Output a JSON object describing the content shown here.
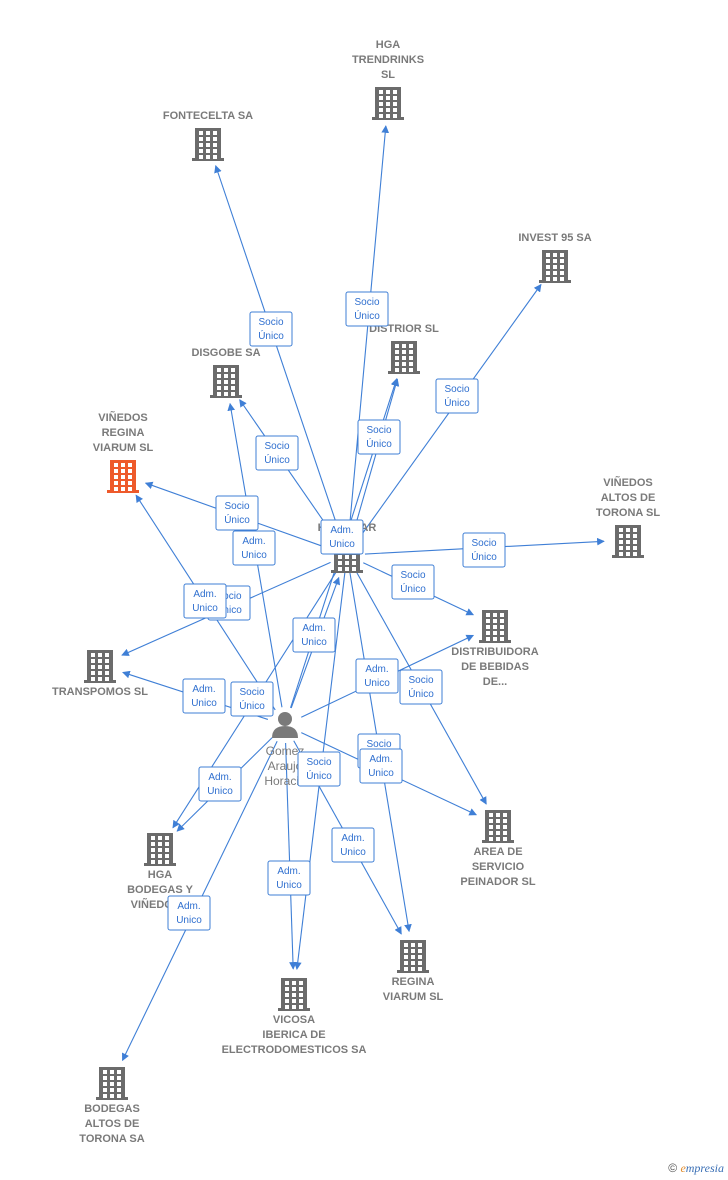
{
  "colors": {
    "edge": "#3f7fd6",
    "building": "#6b6b6b",
    "highlight": "#ee5a2b",
    "person": "#7a7a7a",
    "label": "#7a7a7a"
  },
  "diagram": {
    "nodes": [
      {
        "id": "hga_trendrinks",
        "kind": "company",
        "label": [
          "HGA",
          "TRENDRINKS",
          "SL"
        ]
      },
      {
        "id": "fontecelta",
        "kind": "company",
        "label": [
          "FONTECELTA SA"
        ]
      },
      {
        "id": "invest95",
        "kind": "company",
        "label": [
          "INVEST 95 SA"
        ]
      },
      {
        "id": "distrior",
        "kind": "company",
        "label": [
          "DISTRIOR  SL"
        ]
      },
      {
        "id": "disgobe",
        "kind": "company",
        "label": [
          "DISGOBE SA"
        ]
      },
      {
        "id": "vinedos_regina",
        "kind": "company",
        "highlight": true,
        "label": [
          "VIÑEDOS",
          "REGINA",
          "VIARUM  SL"
        ]
      },
      {
        "id": "vinedos_altos",
        "kind": "company",
        "label": [
          "VIÑEDOS",
          "ALTOS DE",
          "TORONA  SL"
        ]
      },
      {
        "id": "hogomar",
        "kind": "company",
        "label": [
          "HOGOMAR"
        ]
      },
      {
        "id": "distribuidora",
        "kind": "company",
        "label": [
          "DISTRIBUIDORA",
          "DE BEBIDAS",
          "DE..."
        ]
      },
      {
        "id": "transpomos",
        "kind": "company",
        "label": [
          "TRANSPOMOS SL"
        ]
      },
      {
        "id": "gomez",
        "kind": "person",
        "label": [
          "Gomez",
          "Araujo",
          "Horacio"
        ]
      },
      {
        "id": "area_servicio",
        "kind": "company",
        "label": [
          "AREA DE",
          "SERVICIO",
          "PEINADOR  SL"
        ]
      },
      {
        "id": "hga_bodegas",
        "kind": "company",
        "label": [
          "HGA",
          "BODEGAS Y",
          "VIÑEDOS..."
        ]
      },
      {
        "id": "regina_viarum",
        "kind": "company",
        "label": [
          "REGINA",
          "VIARUM SL"
        ]
      },
      {
        "id": "vicosa",
        "kind": "company",
        "label": [
          "VICOSA",
          "IBERICA DE",
          "ELECTRODOMESTICOS SA"
        ]
      },
      {
        "id": "bodegas_altos",
        "kind": "company",
        "label": [
          "BODEGAS",
          "ALTOS DE",
          "TORONA SA"
        ]
      }
    ],
    "edges": [
      {
        "from": "hogomar",
        "to": "hga_trendrinks",
        "label": [
          "Socio",
          "Único"
        ]
      },
      {
        "from": "hogomar",
        "to": "fontecelta",
        "label": [
          "Socio",
          "Único"
        ]
      },
      {
        "from": "hogomar",
        "to": "invest95",
        "label": [
          "Socio",
          "Único"
        ]
      },
      {
        "from": "hogomar",
        "to": "distrior",
        "label": [
          "Socio",
          "Único"
        ]
      },
      {
        "from": "hogomar",
        "to": "disgobe",
        "label": [
          "Socio",
          "Único"
        ]
      },
      {
        "from": "hogomar",
        "to": "vinedos_regina",
        "label": [
          "Socio",
          "Único"
        ]
      },
      {
        "from": "hogomar",
        "to": "vinedos_altos",
        "label": [
          "Socio",
          "Único"
        ]
      },
      {
        "from": "hogomar",
        "to": "distribuidora",
        "label": [
          "Socio",
          "Único"
        ]
      },
      {
        "from": "hogomar",
        "to": "transpomos",
        "label": [
          "Socio",
          "Único"
        ]
      },
      {
        "from": "hogomar",
        "to": "area_servicio",
        "label": [
          "Socio",
          "Único"
        ]
      },
      {
        "from": "hogomar",
        "to": "hga_bodegas",
        "label": [
          "Socio",
          "Único"
        ]
      },
      {
        "from": "hogomar",
        "to": "regina_viarum",
        "label": [
          "Socio",
          "Único"
        ]
      },
      {
        "from": "hogomar",
        "to": "vicosa",
        "label": [
          "Socio",
          "Único"
        ]
      },
      {
        "from": "gomez",
        "to": "hogomar",
        "label": [
          "Adm.",
          "Unico"
        ]
      },
      {
        "from": "gomez",
        "to": "disgobe",
        "label": [
          "Adm.",
          "Unico"
        ]
      },
      {
        "from": "gomez",
        "to": "distrior",
        "label": [
          "Adm.",
          "Unico"
        ]
      },
      {
        "from": "gomez",
        "to": "vinedos_regina",
        "label": [
          "Adm.",
          "Unico"
        ]
      },
      {
        "from": "gomez",
        "to": "transpomos",
        "label": [
          "Adm.",
          "Unico"
        ]
      },
      {
        "from": "gomez",
        "to": "distribuidora",
        "label": [
          "Adm.",
          "Unico"
        ]
      },
      {
        "from": "gomez",
        "to": "hga_bodegas",
        "label": [
          "Adm.",
          "Unico"
        ]
      },
      {
        "from": "gomez",
        "to": "area_servicio",
        "label": [
          "Adm.",
          "Unico"
        ]
      },
      {
        "from": "gomez",
        "to": "regina_viarum",
        "label": [
          "Adm.",
          "Unico"
        ]
      },
      {
        "from": "gomez",
        "to": "vicosa",
        "label": [
          "Adm.",
          "Unico"
        ]
      },
      {
        "from": "gomez",
        "to": "bodegas_altos",
        "label": [
          "Adm.",
          "Unico"
        ]
      }
    ]
  },
  "footer": {
    "copyright": "©",
    "brand_initial": "e",
    "brand_rest": "mpresia"
  }
}
